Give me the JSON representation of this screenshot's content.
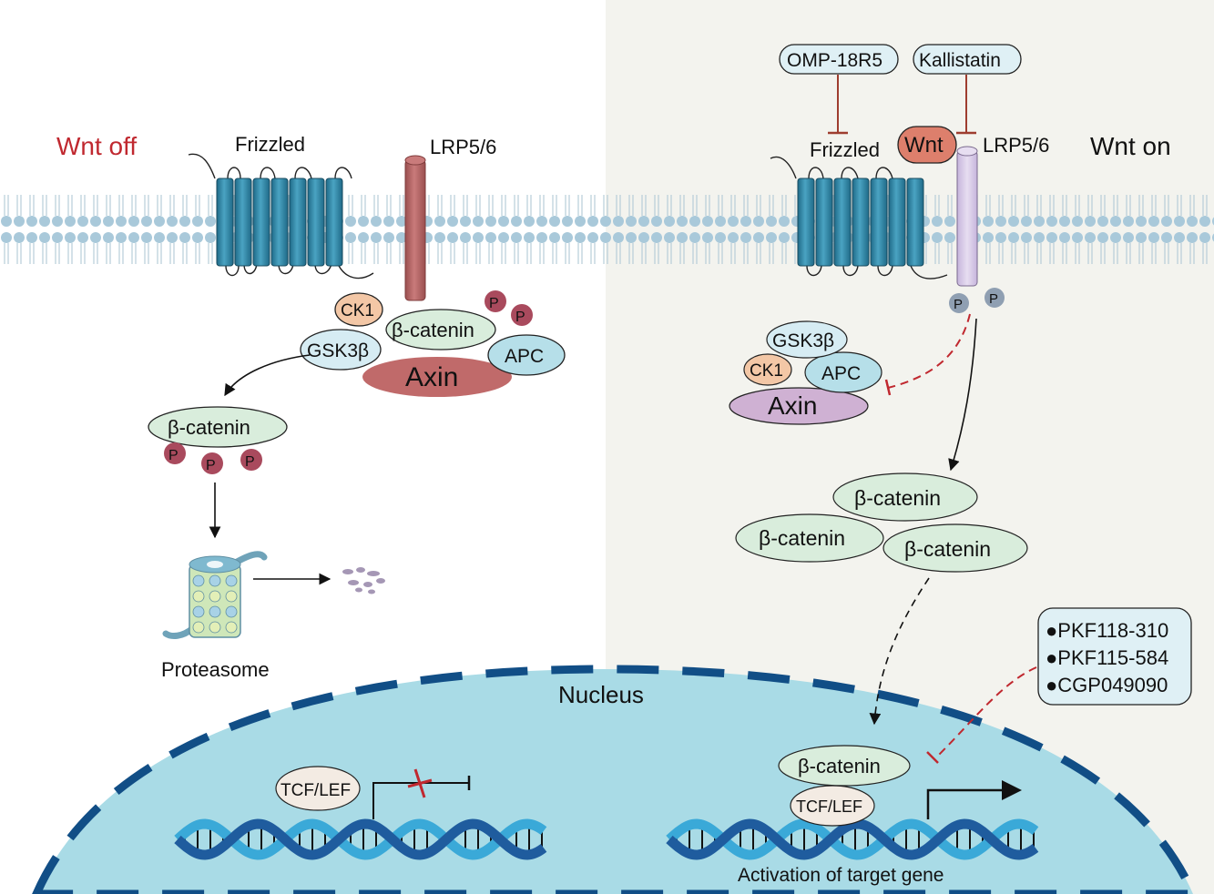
{
  "left_panel": {
    "title": "Wnt off",
    "frizzled_label": "Frizzled",
    "lrp_label": "LRP5/6",
    "complex": {
      "ck1": "CK1",
      "gsk3b": "GSK3β",
      "bcatenin": "β-catenin",
      "apc": "APC",
      "axin": "Axin"
    },
    "phospho_label": "P",
    "released_bcatenin": "β-catenin",
    "proteasome_label": "Proteasome"
  },
  "right_panel": {
    "title": "Wnt on",
    "frizzled_label": "Frizzled",
    "lrp_label": "LRP5/6",
    "ligand": "Wnt",
    "inhibitors_top": [
      "OMP-18R5",
      "Kallistatin"
    ],
    "phospho_label": "P",
    "destruction_complex": {
      "gsk3b": "GSK3β",
      "ck1": "CK1",
      "apc": "APC",
      "axin": "Axin"
    },
    "bcatenin_pool": [
      "β-catenin",
      "β-catenin",
      "β-catenin"
    ],
    "inhibitors_nuclear": [
      "●PKF118-310",
      "●PKF115-584",
      "●CGP049090"
    ],
    "nuclear_bcatenin": "β-catenin",
    "tcf_label": "TCF/LEF",
    "activation_label": "Activation of target gene"
  },
  "nucleus": {
    "label": "Nucleus",
    "tcf_label_left": "TCF/LEF"
  },
  "colors": {
    "membrane": "#9ec4d6",
    "receptor": "#2e7fa0",
    "lrp_off": "#b86a6a",
    "lrp_on": "#d8cbe6",
    "nucleus": "#a9dbe6",
    "nucleus_border": "#114e86",
    "dna_dark": "#1f5c9e",
    "dna_light": "#3aa9d8",
    "inhibit": "#c0282f",
    "right_bg": "#f3f3ee"
  }
}
